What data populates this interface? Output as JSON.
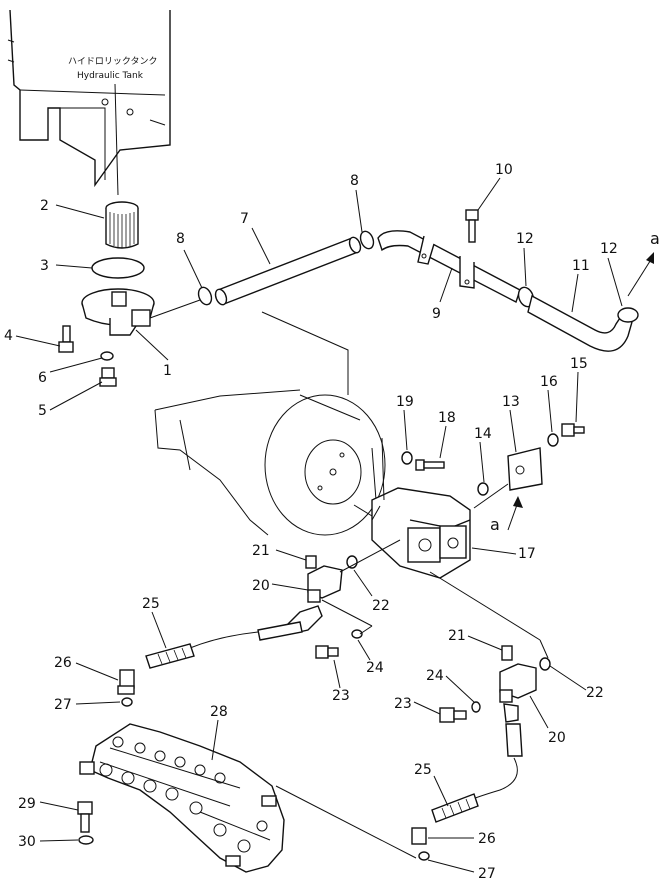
{
  "tank": {
    "label_jp": "ハイドロリックタンク",
    "label_en": "Hydraulic Tank"
  },
  "callouts": {
    "c1": "1",
    "c2": "2",
    "c3": "3",
    "c4": "4",
    "c5": "5",
    "c6": "6",
    "c7": "7",
    "c8a": "8",
    "c8b": "8",
    "c9": "9",
    "c10": "10",
    "c11": "11",
    "c12a": "12",
    "c12b": "12",
    "c13": "13",
    "c14": "14",
    "c15": "15",
    "c16": "16",
    "c17": "17",
    "c18": "18",
    "c19": "19",
    "c20a": "20",
    "c20b": "20",
    "c21a": "21",
    "c21b": "21",
    "c22a": "22",
    "c22b": "22",
    "c23a": "23",
    "c23b": "23",
    "c24a": "24",
    "c24b": "24",
    "c25a": "25",
    "c25b": "25",
    "c26a": "26",
    "c26b": "26",
    "c27a": "27",
    "c27b": "27",
    "c28": "28",
    "c29": "29",
    "c30": "30"
  },
  "arrows": {
    "a_top": "a",
    "a_mid": "a"
  }
}
